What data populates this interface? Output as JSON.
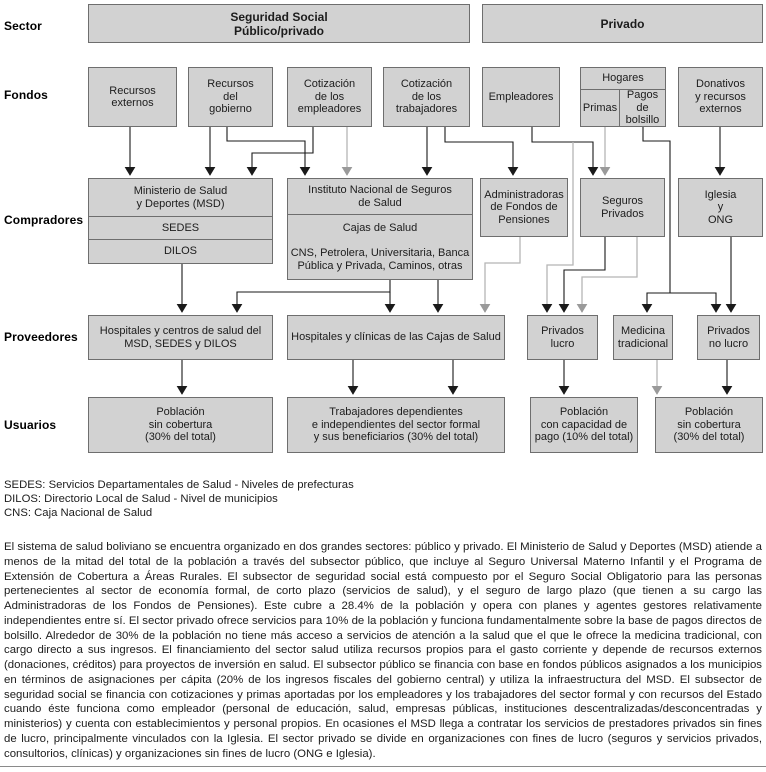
{
  "colors": {
    "box_fill": "#d2d2d2",
    "box_border": "#6e6e6e",
    "line_black": "#1a1a1a",
    "line_gray": "#b5b5b5"
  },
  "row_labels": {
    "sector": "Sector",
    "fondos": "Fondos",
    "compradores": "Compradores",
    "proveedores": "Proveedores",
    "usuarios": "Usuarios"
  },
  "sector": {
    "seguridad_social": "Seguridad Social\nPúblico/privado",
    "privado": "Privado"
  },
  "fondos": {
    "recursos_externos": "Recursos\nexternos",
    "recursos_gobierno": "Recursos\ndel\ngobierno",
    "cotizacion_empleadores": "Cotización\nde los\nempleadores",
    "cotizacion_trabajadores": "Cotización\nde los\ntrabajadores",
    "empleadores": "Empleadores",
    "hogares": "Hogares",
    "primas": "Primas",
    "pagos_bolsillo": "Pagos de\nbolsillo",
    "donativos": "Donativos\ny recursos\nexternos"
  },
  "compradores": {
    "msd": "Ministerio de Salud\ny Deportes (MSD)",
    "sedes": "SEDES",
    "dilos": "DILOS",
    "instituto": "Instituto Nacional de Seguros\nde Salud",
    "cajas": "Cajas de Salud\n\nCNS, Petrolera, Universitaria, Banca\nPública y Privada, Caminos, otras",
    "afp": "Administradoras\nde Fondos de\nPensiones",
    "seguros_privados": "Seguros\nPrivados",
    "iglesia_ong": "Iglesia\ny\nONG"
  },
  "proveedores": {
    "hospitales_msd": "Hospitales y centros de salud del\nMSD, SEDES y DILOS",
    "hospitales_cajas": "Hospitales y clínicas de las Cajas de Salud",
    "privados_lucro": "Privados\nlucro",
    "medicina_tradicional": "Medicina\ntradicional",
    "privados_no_lucro": "Privados\nno lucro"
  },
  "usuarios": {
    "poblacion_sin_cobertura_1": "Población\nsin cobertura\n(30% del total)",
    "trabajadores": "Trabajadores dependientes\ne independientes del sector formal\ny sus beneficiarios (30% del total)",
    "poblacion_con_capacidad": "Población\ncon capacidad de\npago (10% del total)",
    "poblacion_sin_cobertura_2": "Población\nsin cobertura\n(30% del total)"
  },
  "footnotes": [
    "SEDES: Servicios Departamentales de Salud - Niveles de prefecturas",
    "DILOS: Directorio Local de Salud - Nivel de municipios",
    "CNS: Caja Nacional de Salud"
  ],
  "body_text": "El sistema de salud boliviano se encuentra organizado en dos grandes sectores: público y privado. El Ministerio de Salud y Deportes (MSD) atiende a menos de la mitad del total de la población a través del subsector público, que incluye al Seguro Universal Materno Infantil y el Programa de Extensión de Cobertura a Áreas Rurales. El subsector de seguridad social está compuesto por el Seguro Social Obligatorio para las personas pertenecientes al sector de economía formal, de corto plazo (servicios de salud), y el seguro de largo plazo (que tienen a su cargo las Administradoras de los Fondos de Pensiones). Este cubre a 28.4% de la población y opera con planes y agentes gestores relativamente independientes entre sí. El sector privado ofrece servicios para 10% de la población y funciona fundamentalmente sobre la base de pagos directos de bolsillo. Alrededor de 30% de la población no tiene más acceso a servicios de atención a la salud que el que le ofrece la medicina tradicional, con cargo directo a sus ingresos. El financiamiento del sector salud utiliza recursos propios para el gasto corriente y depende de recursos externos (donaciones, créditos) para proyectos de inversión en salud. El subsector público se financia con base en fondos públicos asignados a los municipios en términos de asignaciones per cápita (20% de los ingresos fiscales del gobierno central) y utiliza la infraestructura del MSD. El subsector de seguridad social se financia con cotizaciones y primas aportadas por los empleadores y los trabajadores del sector formal y con recursos del Estado cuando éste funciona como empleador (personal de educación, salud, empresas públicas, instituciones descentralizadas/desconcentradas y ministerios) y cuenta con establecimientos y personal propios. En ocasiones el MSD llega a contratar los servicios de prestadores privados sin fines de lucro, principalmente vinculados con la Iglesia. El sector privado se divide en organizaciones con fines de lucro (seguros y servicios privados, consultorios, clínicas) y organizaciones sin fines de lucro (ONG e Iglesia)."
}
